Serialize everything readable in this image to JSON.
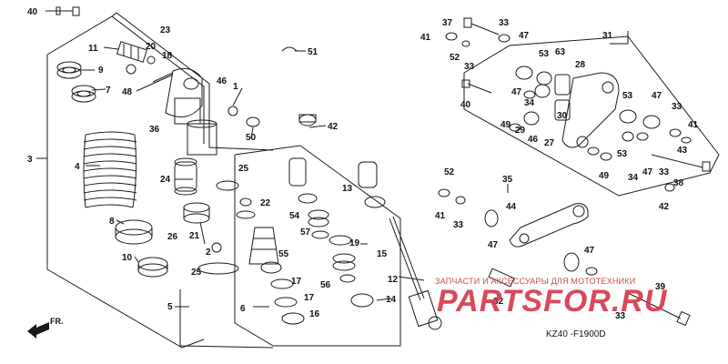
{
  "diagram": {
    "callouts": [
      {
        "id": "c40a",
        "label": "40"
      },
      {
        "id": "c11",
        "label": "11"
      },
      {
        "id": "c20",
        "label": "20"
      },
      {
        "id": "c23",
        "label": "23"
      },
      {
        "id": "c18",
        "label": "18"
      },
      {
        "id": "c9",
        "label": "9"
      },
      {
        "id": "c7",
        "label": "7"
      },
      {
        "id": "c48",
        "label": "48"
      },
      {
        "id": "c3",
        "label": "3"
      },
      {
        "id": "c4",
        "label": "4"
      },
      {
        "id": "c8",
        "label": "8"
      },
      {
        "id": "c10",
        "label": "10"
      },
      {
        "id": "c5",
        "label": "5"
      },
      {
        "id": "c36a",
        "label": "36"
      },
      {
        "id": "c46",
        "label": "46"
      },
      {
        "id": "c1",
        "label": "1"
      },
      {
        "id": "c50",
        "label": "50"
      },
      {
        "id": "c42a",
        "label": "42"
      },
      {
        "id": "c51",
        "label": "51"
      },
      {
        "id": "c24",
        "label": "24"
      },
      {
        "id": "c26",
        "label": "26"
      },
      {
        "id": "c21",
        "label": "21"
      },
      {
        "id": "c2",
        "label": "2"
      },
      {
        "id": "c25a",
        "label": "25"
      },
      {
        "id": "c25b",
        "label": "25"
      },
      {
        "id": "c22",
        "label": "22"
      },
      {
        "id": "c54",
        "label": "54"
      },
      {
        "id": "c57",
        "label": "57"
      },
      {
        "id": "c55",
        "label": "55"
      },
      {
        "id": "c6",
        "label": "6"
      },
      {
        "id": "c17a",
        "label": "17"
      },
      {
        "id": "c17b",
        "label": "17"
      },
      {
        "id": "c16",
        "label": "16"
      },
      {
        "id": "c56",
        "label": "56"
      },
      {
        "id": "c14",
        "label": "14"
      },
      {
        "id": "c13",
        "label": "13"
      },
      {
        "id": "c19",
        "label": "19"
      },
      {
        "id": "c15",
        "label": "15"
      },
      {
        "id": "c12",
        "label": "12"
      },
      {
        "id": "c37",
        "label": "37"
      },
      {
        "id": "c33a",
        "label": "33"
      },
      {
        "id": "c41a",
        "label": "41"
      },
      {
        "id": "c52a",
        "label": "52"
      },
      {
        "id": "c33b",
        "label": "33"
      },
      {
        "id": "c47a",
        "label": "47"
      },
      {
        "id": "c53a",
        "label": "53"
      },
      {
        "id": "c63",
        "label": "63"
      },
      {
        "id": "c31",
        "label": "31"
      },
      {
        "id": "c28",
        "label": "28"
      },
      {
        "id": "c40b",
        "label": "40"
      },
      {
        "id": "c47b",
        "label": "47"
      },
      {
        "id": "c34a",
        "label": "34"
      },
      {
        "id": "c49a",
        "label": "49"
      },
      {
        "id": "c29",
        "label": "29"
      },
      {
        "id": "c46b",
        "label": "46"
      },
      {
        "id": "c27",
        "label": "27"
      },
      {
        "id": "c30",
        "label": "30"
      },
      {
        "id": "c53b",
        "label": "53"
      },
      {
        "id": "c47c",
        "label": "47"
      },
      {
        "id": "c33c",
        "label": "33"
      },
      {
        "id": "c41b",
        "label": "41"
      },
      {
        "id": "c43",
        "label": "43"
      },
      {
        "id": "c49b",
        "label": "49"
      },
      {
        "id": "c53c",
        "label": "53"
      },
      {
        "id": "c34b",
        "label": "34"
      },
      {
        "id": "c47d",
        "label": "47"
      },
      {
        "id": "c33d",
        "label": "33"
      },
      {
        "id": "c38",
        "label": "38"
      },
      {
        "id": "c42b",
        "label": "42"
      },
      {
        "id": "c52b",
        "label": "52"
      },
      {
        "id": "c41c",
        "label": "41"
      },
      {
        "id": "c33e",
        "label": "33"
      },
      {
        "id": "c35",
        "label": "35"
      },
      {
        "id": "c44",
        "label": "44"
      },
      {
        "id": "c47e",
        "label": "47"
      },
      {
        "id": "c47f",
        "label": "47"
      },
      {
        "id": "c32",
        "label": "32"
      },
      {
        "id": "c39",
        "label": "39"
      },
      {
        "id": "c33f",
        "label": "33"
      }
    ],
    "watermark_text": "ЗАПЧАСТИ И АКСЕССУАРЫ ДЛЯ МОТОТЕХНИКИ",
    "watermark_logo": "PARTSFOR.RU",
    "diagram_code": "KZ40 -F1900D",
    "front_label": "FR."
  },
  "colors": {
    "line": "#1a1a1a",
    "watermark": "#d63a4b",
    "background": "#ffffff"
  }
}
